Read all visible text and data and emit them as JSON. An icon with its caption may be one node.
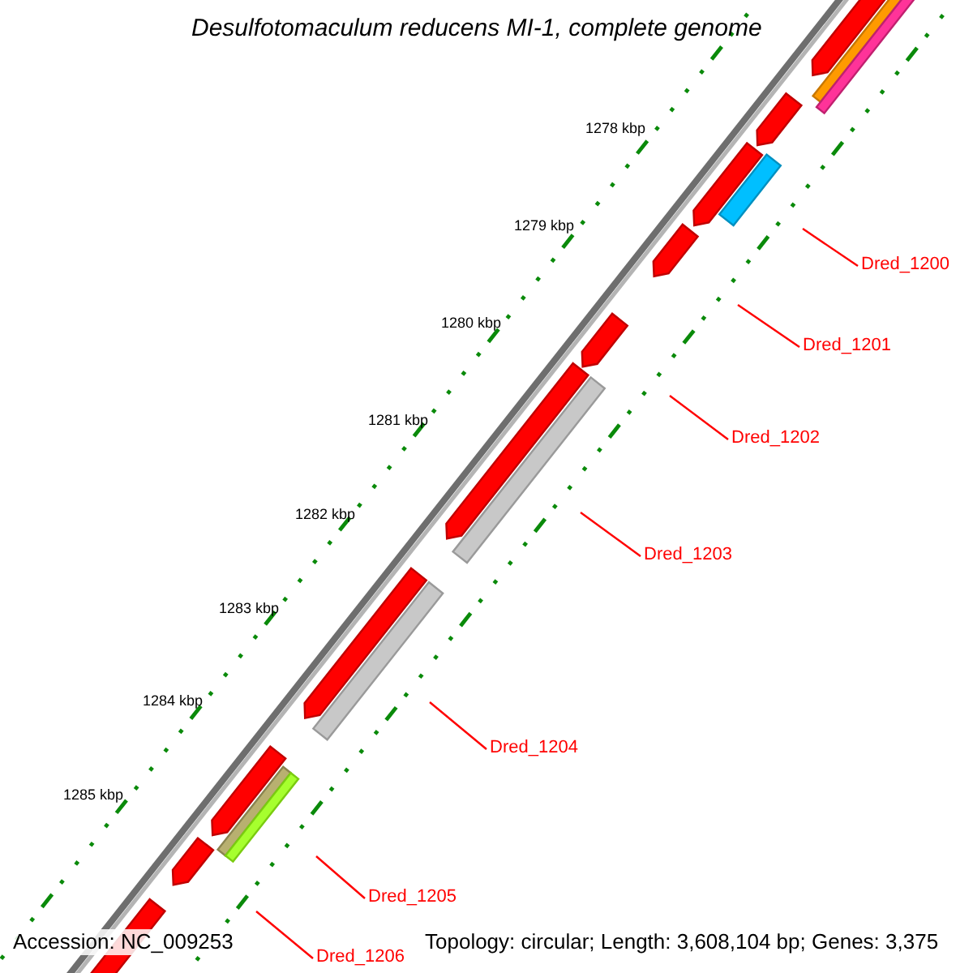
{
  "diagram": {
    "title": "Desulfotomaculum reducens MI-1, complete genome",
    "nodes": [
      {
        "text": [
          "Dred_1200"
        ]
      },
      {
        "text": [
          "Dred_1201"
        ]
      },
      {
        "text": [
          "Dred_1202"
        ]
      },
      {
        "text": [
          "Dred_1203"
        ]
      },
      {
        "text": [
          "Dred_1204"
        ]
      },
      {
        "text": [
          "Dred_1205"
        ]
      },
      {
        "text": [
          "Dred_1206"
        ]
      }
    ],
    "edges": [
      {
        "from": 0,
        "to": null,
        "arrow": "none",
        "color": "#ff0000"
      },
      {
        "from": 1,
        "to": null,
        "arrow": "none",
        "color": "#ff0000"
      },
      {
        "from": 2,
        "to": null,
        "arrow": "none",
        "color": "#ff0000"
      },
      {
        "from": 3,
        "to": null,
        "arrow": "none",
        "color": "#ff0000"
      },
      {
        "from": 4,
        "to": null,
        "arrow": "none",
        "color": "#ff0000"
      },
      {
        "from": 5,
        "to": null,
        "arrow": "none",
        "color": "#ff0000"
      },
      {
        "from": 6,
        "to": null,
        "arrow": "none",
        "color": "#ff0000"
      }
    ],
    "labels": [
      "1278 kbp",
      "1279 kbp",
      "1280 kbp",
      "1281 kbp",
      "1282 kbp",
      "1283 kbp",
      "1284 kbp",
      "1285 kbp",
      "Accession: NC_009253",
      "Topology: circular; Length: 3,608,104 bp; Genes: 3,375"
    ]
  }
}
